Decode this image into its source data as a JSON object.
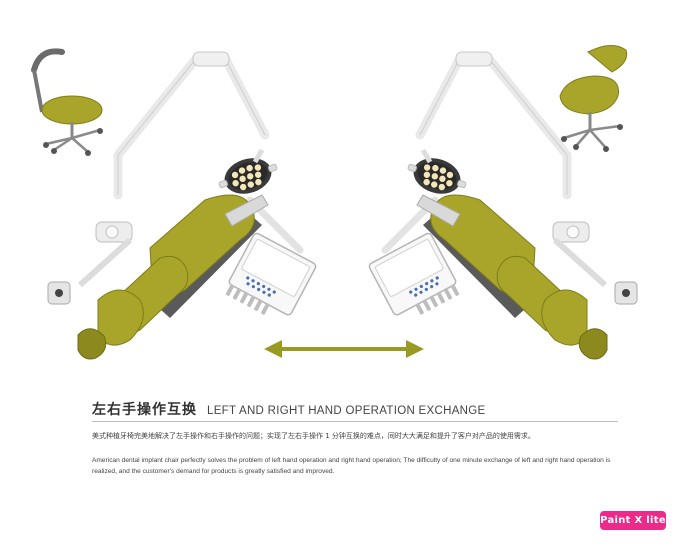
{
  "heading": {
    "title_cn": "左右手操作互换",
    "title_en": "LEFT AND RIGHT HAND OPERATION EXCHANGE"
  },
  "description": {
    "cn": "美式种植牙椅完美地解决了左手操作和右手操作的问题；实现了左右手操作 1 分钟互换的难点，同时大大满足和提升了客户对产品的使用需求。",
    "en": "American dental implant chair perfectly solves the problem of left hand operation and right hand operation; The difficulty of one minute exchange of left and right hand operation is realized, and the customer's demand for products is greatly satisfied and improved."
  },
  "watermark": {
    "label": "Paint X lite"
  },
  "colors": {
    "upholstery": "#a8a52a",
    "upholstery_dark": "#8c8a1e",
    "frame": "#e6e6e6",
    "arrow": "#9a9a22",
    "badge": "#ec2a8a"
  },
  "icons": {
    "left_stool": "dentist-stool-with-backrest-icon",
    "right_stool": "dentist-saddle-stool-icon",
    "left_chair": "dental-chair-left-hand-icon",
    "right_chair": "dental-chair-right-hand-icon",
    "exchange": "double-headed-arrow-icon"
  }
}
